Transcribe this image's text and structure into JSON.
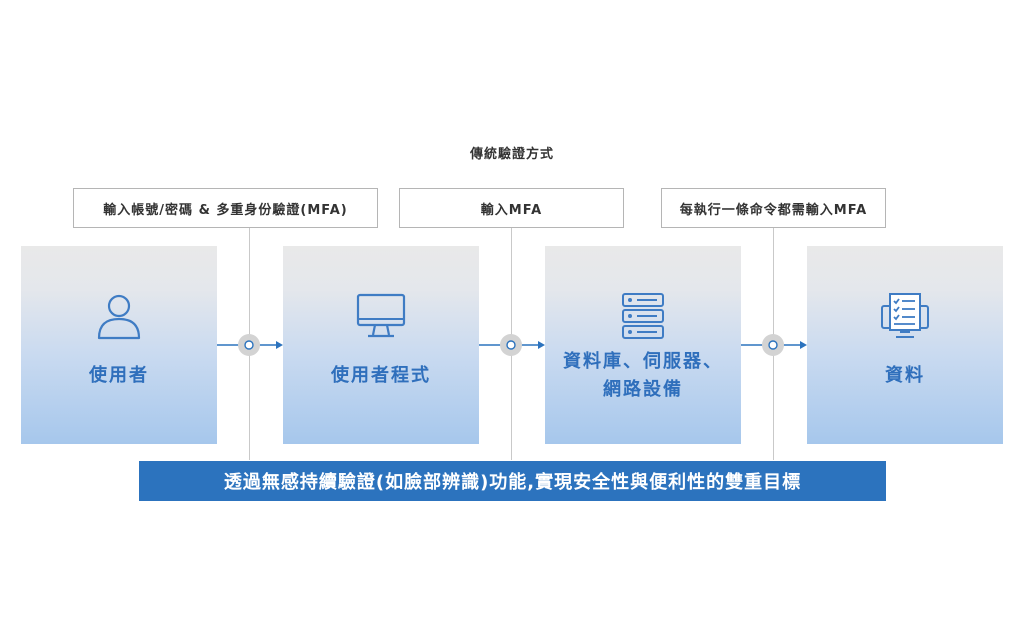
{
  "title": "傳統驗證方式",
  "labels": [
    "輸入帳號/密碼 & 多重身份驗證(MFA)",
    "輸入MFA",
    "每執行一條命令都需輸入MFA"
  ],
  "cards": [
    {
      "label": "使用者",
      "icon": "user-icon"
    },
    {
      "label": "使用者程式",
      "icon": "monitor-icon"
    },
    {
      "label_line1": "資料庫、伺服器、",
      "label_line2": "網路設備",
      "icon": "server-icon"
    },
    {
      "label": "資料",
      "icon": "document-icon"
    }
  ],
  "bottom_banner": "透過無感持續驗證(如臉部辨識)功能,實現安全性與便利性的雙重目標",
  "colors": {
    "accent": "#2c73be",
    "label_text": "#2f6fbc",
    "icon": "#3f7cc4",
    "border": "#b5b5b5"
  }
}
